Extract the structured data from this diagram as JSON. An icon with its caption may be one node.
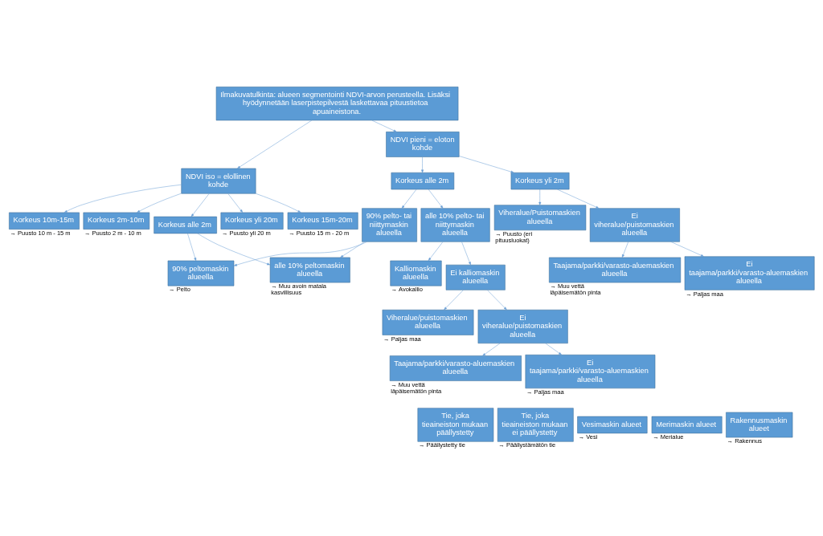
{
  "diagram": {
    "nodes": [
      {
        "text": [
          "Ilmakuvatulkinta: alueen segmentointi NDVI-arvon perusteella. Lisäksi hyödynnetään laserpistepilvestä laskettavaa pituustietoa apuaineistona."
        ]
      },
      {
        "text": [
          "NDVI iso = elollinen kohde"
        ]
      },
      {
        "text": [
          "NDVI pieni = eloton kohde"
        ]
      },
      {
        "text": [
          "Korkeus yli 20m"
        ],
        "beside": [
          "→ Puusto yli 20 m"
        ]
      },
      {
        "text": [
          "Korkeus 15m-20m"
        ],
        "beside": [
          "→ Puusto 15 m - 20 m"
        ]
      },
      {
        "text": [
          "Korkeus 10m-15m"
        ],
        "beside": [
          "→ Puusto 10 m - 15 m"
        ]
      },
      {
        "text": [
          "Korkeus 2m-10m"
        ],
        "beside": [
          "→ Puusto 2 m - 10 m"
        ]
      },
      {
        "text": [
          "Korkeus alle 2m"
        ]
      },
      {
        "text": [
          "Korkeus alle 2m"
        ]
      },
      {
        "text": [
          "Korkeus yli 2m"
        ]
      },
      {
        "text": [
          "90% pelto- tai niittymaskin alueella"
        ]
      },
      {
        "text": [
          "alle 10% pelto- tai niittymaskin alueella"
        ]
      },
      {
        "text": [
          "Viheralue/Puistomaskien alueella"
        ],
        "beside": [
          "→ Puusto (eri pituusluokat)"
        ]
      },
      {
        "text": [
          "Ei viheralue/puistomaskien alueella"
        ]
      },
      {
        "text": [
          "90% peltomaskin alueella"
        ],
        "beside": [
          "→ Pelto"
        ]
      },
      {
        "text": [
          "alle 10% peltomaskin alueella"
        ],
        "beside": [
          "→ Muu avoin matala kasvillisuus"
        ]
      },
      {
        "text": [
          "Kalliomaskin alueella"
        ],
        "beside": [
          "→ Avokallio"
        ]
      },
      {
        "text": [
          "Ei kalliomaskin alueella"
        ]
      },
      {
        "text": [
          "Taajama/parkki/varasto-aluemaskien alueella"
        ],
        "beside": [
          "→ Muu vettä läpäisemätön pinta"
        ]
      },
      {
        "text": [
          "Ei taajama/parkki/varasto-aluemaskien alueella"
        ],
        "beside": [
          "→ Paljas maa"
        ]
      },
      {
        "text": [
          "Viheralue/puistomaskien alueella"
        ],
        "beside": [
          "→ Paljas maa"
        ]
      },
      {
        "text": [
          "Ei viheralue/puistomaskien alueella"
        ]
      },
      {
        "text": [
          "Taajama/parkki/varasto-aluemaskien alueella"
        ],
        "beside": [
          "→ Muu vettä läpäisemätön pinta"
        ]
      },
      {
        "text": [
          "Ei taajama/parkki/varasto-aluemaskien alueella"
        ],
        "beside": [
          "→ Paljas maa"
        ]
      },
      {
        "text": [
          "Tie, joka tieaineiston mukaan päällystetty"
        ],
        "beside": [
          "→ Päällystetty tie"
        ]
      },
      {
        "text": [
          "Tie, joka tieaineiston mukaan ei päällystetty"
        ],
        "beside": [
          "→ Päällystämätön tie"
        ]
      },
      {
        "text": [
          "Vesimaskin alueet"
        ],
        "beside": [
          "→ Vesi"
        ]
      },
      {
        "text": [
          "Merimaskin alueet"
        ],
        "beside": [
          "→ Merialue"
        ]
      },
      {
        "text": [
          "Rakennusmaskin alueet"
        ],
        "beside": [
          "→ Rakennus"
        ]
      }
    ],
    "edges": [
      {
        "from": 0,
        "to": 1,
        "arrow": "to"
      },
      {
        "from": 0,
        "to": 2,
        "arrow": "to"
      },
      {
        "from": 1,
        "to": 3,
        "arrow": "to"
      },
      {
        "from": 1,
        "to": 4,
        "arrow": "to"
      },
      {
        "from": 1,
        "to": 5,
        "arrow": "to"
      },
      {
        "from": 1,
        "to": 6,
        "arrow": "to"
      },
      {
        "from": 1,
        "to": 7,
        "arrow": "to"
      },
      {
        "from": 2,
        "to": 8,
        "arrow": "to"
      },
      {
        "from": 2,
        "to": 9,
        "arrow": "to"
      },
      {
        "from": 8,
        "to": 10,
        "arrow": "to"
      },
      {
        "from": 8,
        "to": 11,
        "arrow": "to"
      },
      {
        "from": 9,
        "to": 12,
        "arrow": "to"
      },
      {
        "from": 9,
        "to": 13,
        "arrow": "to"
      },
      {
        "from": 7,
        "to": 14,
        "arrow": "to"
      },
      {
        "from": 7,
        "to": 15,
        "arrow": "to"
      },
      {
        "from": 10,
        "to": 14,
        "arrow": "to"
      },
      {
        "from": 10,
        "to": 15,
        "arrow": "to"
      },
      {
        "from": 11,
        "to": 16,
        "arrow": "to"
      },
      {
        "from": 11,
        "to": 17,
        "arrow": "to"
      },
      {
        "from": 13,
        "to": 18,
        "arrow": "to"
      },
      {
        "from": 13,
        "to": 19,
        "arrow": "to"
      },
      {
        "from": 17,
        "to": 20,
        "arrow": "to"
      },
      {
        "from": 17,
        "to": 21,
        "arrow": "to"
      },
      {
        "from": 21,
        "to": 22,
        "arrow": "to"
      },
      {
        "from": 21,
        "to": 23,
        "arrow": "to"
      }
    ]
  }
}
